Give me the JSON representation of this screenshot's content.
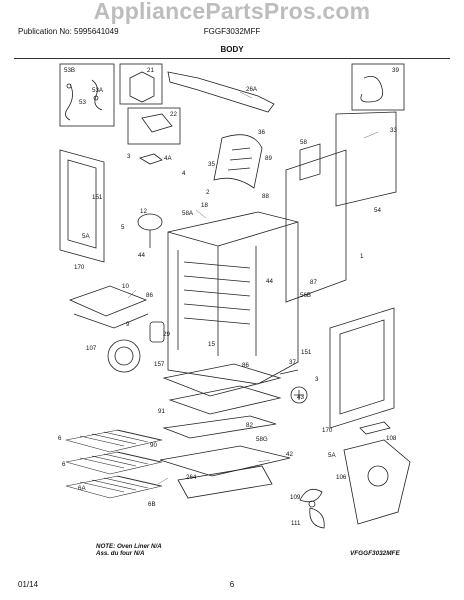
{
  "watermark": "AppliancePartsPros.com",
  "header": {
    "publication": "Publication No: 5995641049",
    "model": "FGGF3032MFF"
  },
  "section_title": "BODY",
  "callouts": [
    "53B",
    "21",
    "26A",
    "39",
    "53A",
    "53",
    "22",
    "36",
    "33",
    "3",
    "4A",
    "35",
    "89",
    "58",
    "151",
    "4",
    "2",
    "88",
    "54",
    "12",
    "58A",
    "18",
    "5",
    "5A",
    "170",
    "44",
    "1",
    "10",
    "86",
    "44",
    "87",
    "56B",
    "9",
    "29",
    "107",
    "15",
    "151",
    "86",
    "157",
    "37",
    "43",
    "3",
    "91",
    "82",
    "90",
    "58G",
    "170",
    "108",
    "6",
    "6",
    "42",
    "5A",
    "264",
    "106",
    "6A",
    "6B",
    "109",
    "111"
  ],
  "note": {
    "line1": "NOTE: Oven Liner N/A",
    "line2": "Ass. du four N/A"
  },
  "diagram_code": "VFGGF3032MFE",
  "footer": {
    "date": "01/14",
    "page": "6"
  }
}
